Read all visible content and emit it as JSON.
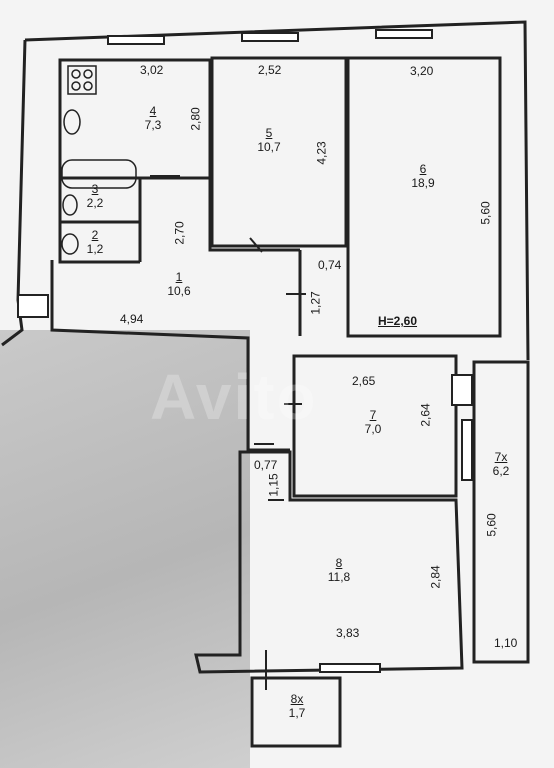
{
  "height_label": "H=2,60",
  "rooms": [
    {
      "id": "r1",
      "number": "1",
      "area": "10,6"
    },
    {
      "id": "r2",
      "number": "2",
      "area": "1,2"
    },
    {
      "id": "r3",
      "number": "3",
      "area": "2,2"
    },
    {
      "id": "r4",
      "number": "4",
      "area": "7,3"
    },
    {
      "id": "r5",
      "number": "5",
      "area": "10,7"
    },
    {
      "id": "r6",
      "number": "6",
      "area": "18,9"
    },
    {
      "id": "r7",
      "number": "7",
      "area": "7,0"
    },
    {
      "id": "r7x",
      "number": "7х",
      "area": "6,2"
    },
    {
      "id": "r8",
      "number": "8",
      "area": "11,8"
    },
    {
      "id": "r8x",
      "number": "8х",
      "area": "1,7"
    }
  ],
  "dimensions": {
    "d302": "3,02",
    "d252": "2,52",
    "d320": "3,20",
    "d280": "2,80",
    "d423": "4,23",
    "d560a": "5,60",
    "d270": "2,70",
    "d074": "0,74",
    "d127": "1,27",
    "d494": "4,94",
    "d265": "2,65",
    "d264": "2,64",
    "d077": "0,77",
    "d115": "1,15",
    "d560b": "5,60",
    "d284": "2,84",
    "d383": "3,83",
    "d110": "1,10"
  }
}
